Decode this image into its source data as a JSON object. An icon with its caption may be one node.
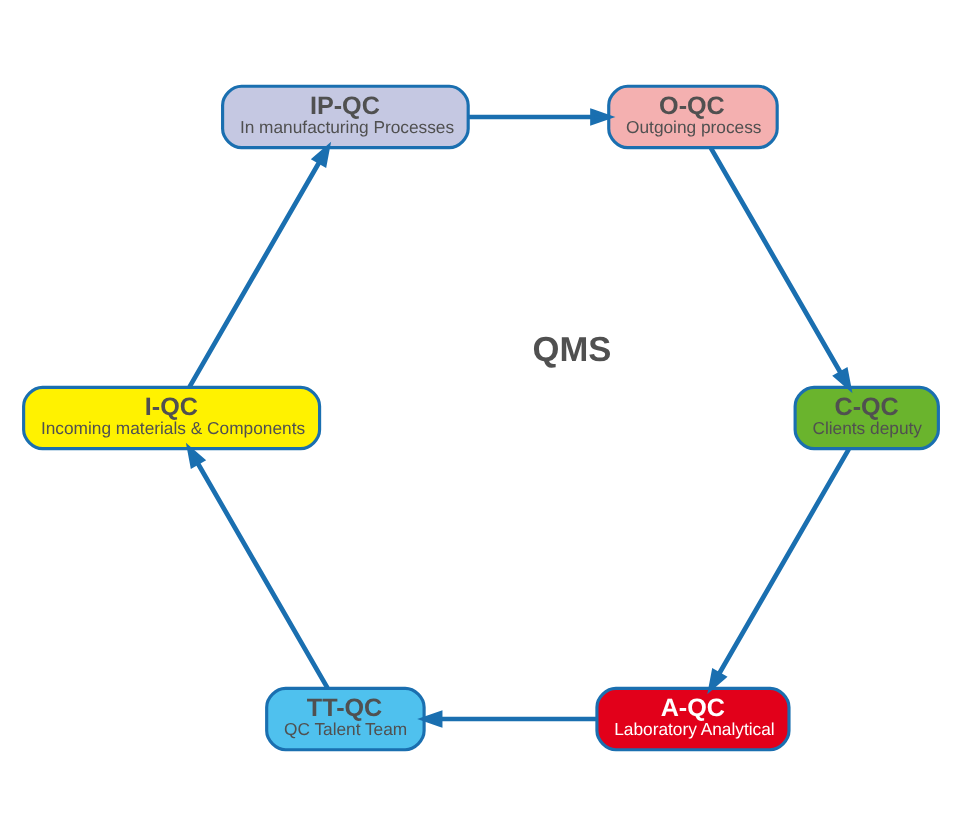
{
  "diagram": {
    "nodes": [
      {
        "text": [
          "A-QC",
          "Laboratory Analytical"
        ]
      },
      {
        "text": [
          "TT-QC",
          "QC Talent Team"
        ]
      },
      {
        "text": [
          "I-QC",
          "Incoming materials & Components"
        ]
      },
      {
        "text": [
          "IP-QC",
          "In manufacturing Processes"
        ]
      },
      {
        "text": [
          "O-QC",
          "Outgoing process"
        ]
      },
      {
        "text": [
          "C-QC",
          "Clients deputy"
        ]
      }
    ],
    "edges": [
      {
        "from": 0,
        "to": 1,
        "arrow": "to"
      },
      {
        "from": 1,
        "to": 2,
        "arrow": "to"
      },
      {
        "from": 2,
        "to": 3,
        "arrow": "to"
      },
      {
        "from": 3,
        "to": 4,
        "arrow": "to"
      },
      {
        "from": 4,
        "to": 5,
        "arrow": "to"
      },
      {
        "from": 5,
        "to": 0,
        "arrow": "to"
      }
    ],
    "labels": [
      "QMS"
    ]
  }
}
